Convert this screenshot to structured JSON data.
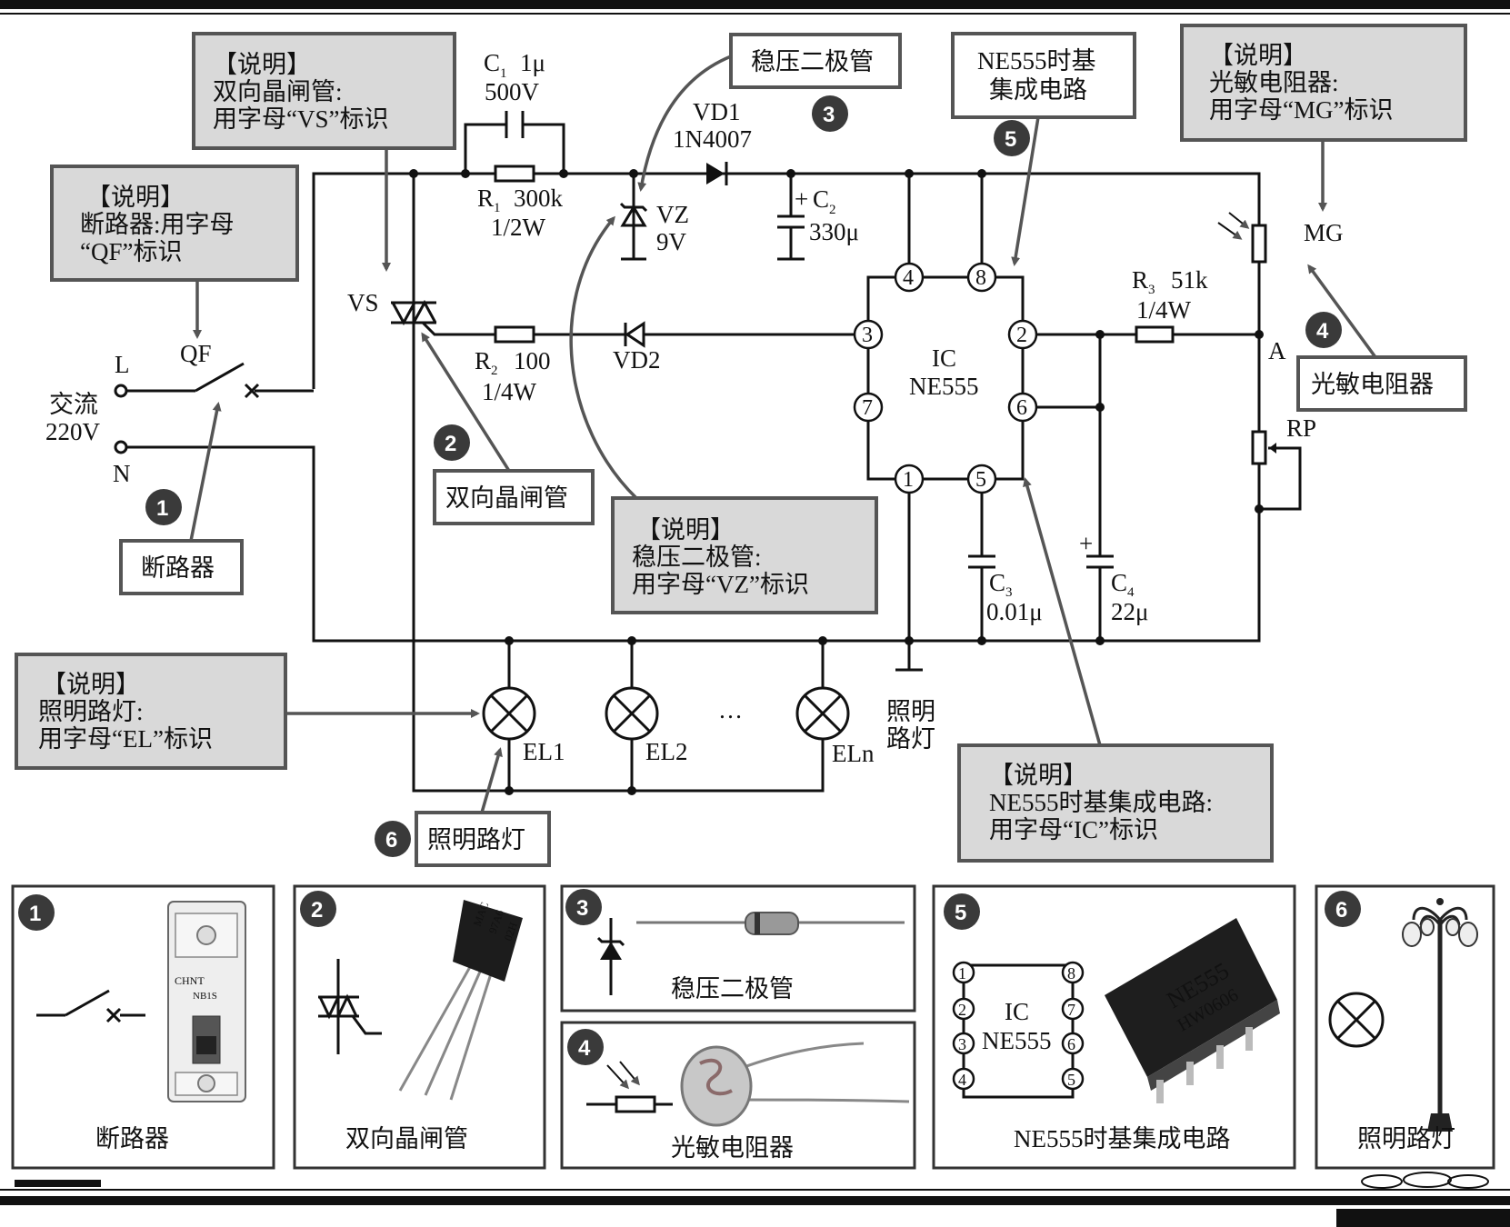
{
  "ac_source": {
    "label_line1": "交流",
    "label_line2": "220V",
    "L": "L",
    "N": "N"
  },
  "breaker": {
    "label": "QF"
  },
  "triac": {
    "label": "VS"
  },
  "c1": {
    "name": "C",
    "sub": "1",
    "value": "1μ",
    "voltage": "500V"
  },
  "r1": {
    "name": "R",
    "sub": "1",
    "value": "300k",
    "power": "1/2W"
  },
  "vd1": {
    "name": "VD1",
    "part": "1N4007"
  },
  "vz": {
    "name": "VZ",
    "value": "9V"
  },
  "c2": {
    "plus": "+",
    "name": "C",
    "sub": "2",
    "value": "330μ"
  },
  "r2": {
    "name": "R",
    "sub": "2",
    "value": "100",
    "power": "1/4W"
  },
  "vd2": {
    "name": "VD2"
  },
  "ic": {
    "line1": "IC",
    "line2": "NE555",
    "pins": [
      "4",
      "8",
      "3",
      "2",
      "7",
      "6",
      "1",
      "5"
    ]
  },
  "r3": {
    "name": "R",
    "sub": "3",
    "value": "51k",
    "power": "1/4W"
  },
  "mg": {
    "label": "MG"
  },
  "node_a": "A",
  "rp": {
    "label": "RP"
  },
  "c3": {
    "name": "C",
    "sub": "3",
    "value": "0.01μ"
  },
  "c4": {
    "plus": "+",
    "name": "C",
    "sub": "4",
    "value": "22μ"
  },
  "lamps": {
    "labels": [
      "EL1",
      "EL2",
      "ELn"
    ],
    "ellipsis": "…",
    "side_line1": "照明",
    "side_line2": "路灯"
  },
  "notes": {
    "vs": {
      "title": "【说明】",
      "line1": "双向晶闸管:",
      "line2": "用字母“VS”标识"
    },
    "qf": {
      "title": "【说明】",
      "line1": "断路器:用字母",
      "line2": "“QF”标识"
    },
    "mg": {
      "title": "【说明】",
      "line1": "光敏电阻器:",
      "line2": "用字母“MG”标识"
    },
    "vz": {
      "title": "【说明】",
      "line1": "稳压二极管:",
      "line2": "用字母“VZ”标识"
    },
    "el": {
      "title": "【说明】",
      "line1": "照明路灯:",
      "line2": "用字母“EL”标识"
    },
    "ic": {
      "title": "【说明】",
      "line1": "NE555时基集成电路:",
      "line2": "用字母“IC”标识"
    }
  },
  "tags": {
    "zener": "稳压二极管",
    "ne555_line1": "NE555时基",
    "ne555_line2": "集成电路",
    "breaker": "断路器",
    "triac": "双向晶闸管",
    "photoresistor": "光敏电阻器",
    "lamp": "照明路灯"
  },
  "badges": [
    "1",
    "2",
    "3",
    "4",
    "5",
    "6"
  ],
  "panels": {
    "p1": {
      "num": "1",
      "title": "断路器",
      "photo_text": "CHNT",
      "model": "NB1S"
    },
    "p2": {
      "num": "2",
      "title": "双向晶闸管",
      "photo_text1": "MAC",
      "photo_text2": "97A6",
      "photo_text3": "02H"
    },
    "p3": {
      "num": "3",
      "title": "稳压二极管"
    },
    "p4": {
      "num": "4",
      "title": "光敏电阻器"
    },
    "p5": {
      "num": "5",
      "title": "NE555时基集成电路",
      "ic_line1": "IC",
      "ic_line2": "NE555",
      "pins_left": [
        "1",
        "2",
        "3",
        "4"
      ],
      "pins_right": [
        "8",
        "7",
        "6",
        "5"
      ],
      "chip_text1": "NE555",
      "chip_text2": "HW0606"
    },
    "p6": {
      "num": "6",
      "title": "照明路灯"
    }
  }
}
